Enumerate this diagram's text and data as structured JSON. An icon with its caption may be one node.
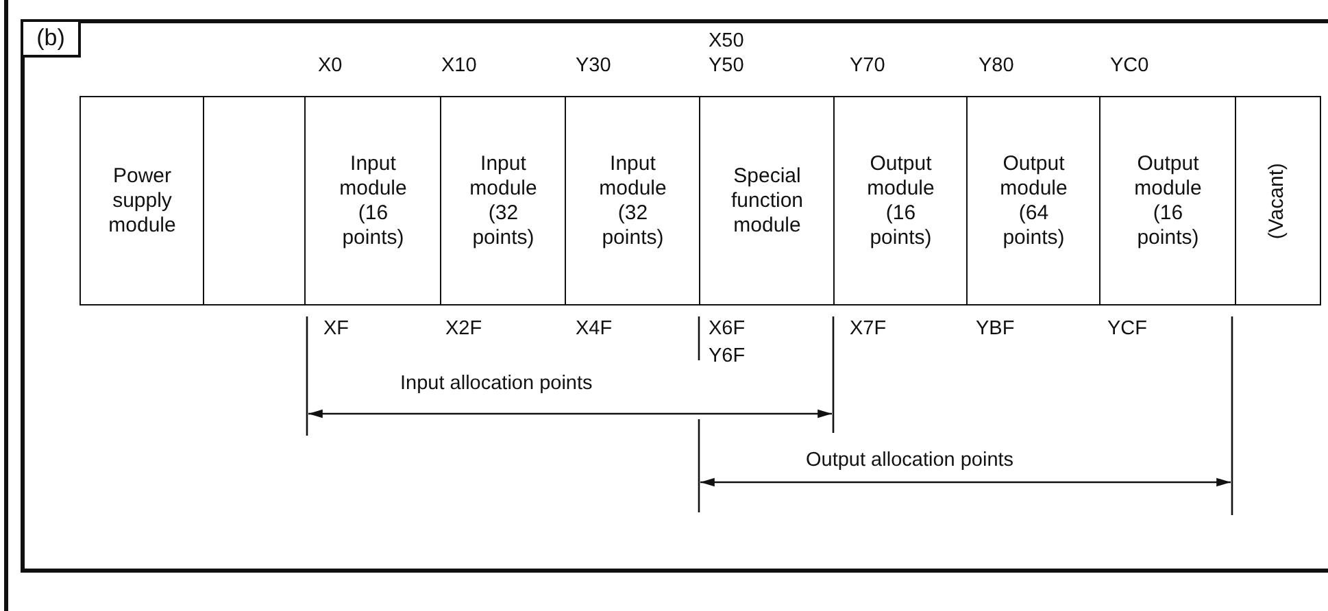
{
  "diagram": {
    "nodes": [
      {
        "text": [
          "(b)"
        ]
      },
      {
        "text": [
          "Power supply module"
        ]
      },
      {
        "text": [],
        "shape": "box"
      },
      {
        "text": [
          "Input module (16 points)"
        ]
      },
      {
        "text": [
          "Input module (32 points)"
        ]
      },
      {
        "text": [
          "Input module (32 points)"
        ]
      },
      {
        "text": [
          "Special function module"
        ]
      },
      {
        "text": [
          "Output module (16 points)"
        ]
      },
      {
        "text": [
          "Output module (64 points)"
        ]
      },
      {
        "text": [
          "Output module (16 points)"
        ]
      },
      {
        "text": [
          "(Vacant)"
        ]
      }
    ],
    "labels": [
      "X0",
      "X10",
      "Y30",
      "X50",
      "Y50",
      "Y70",
      "Y80",
      "YC0",
      "XF",
      "X2F",
      "X4F",
      "X6F",
      "Y6F",
      "X7F",
      "YBF",
      "YCF",
      "Input allocation points",
      "Output allocation points"
    ]
  }
}
